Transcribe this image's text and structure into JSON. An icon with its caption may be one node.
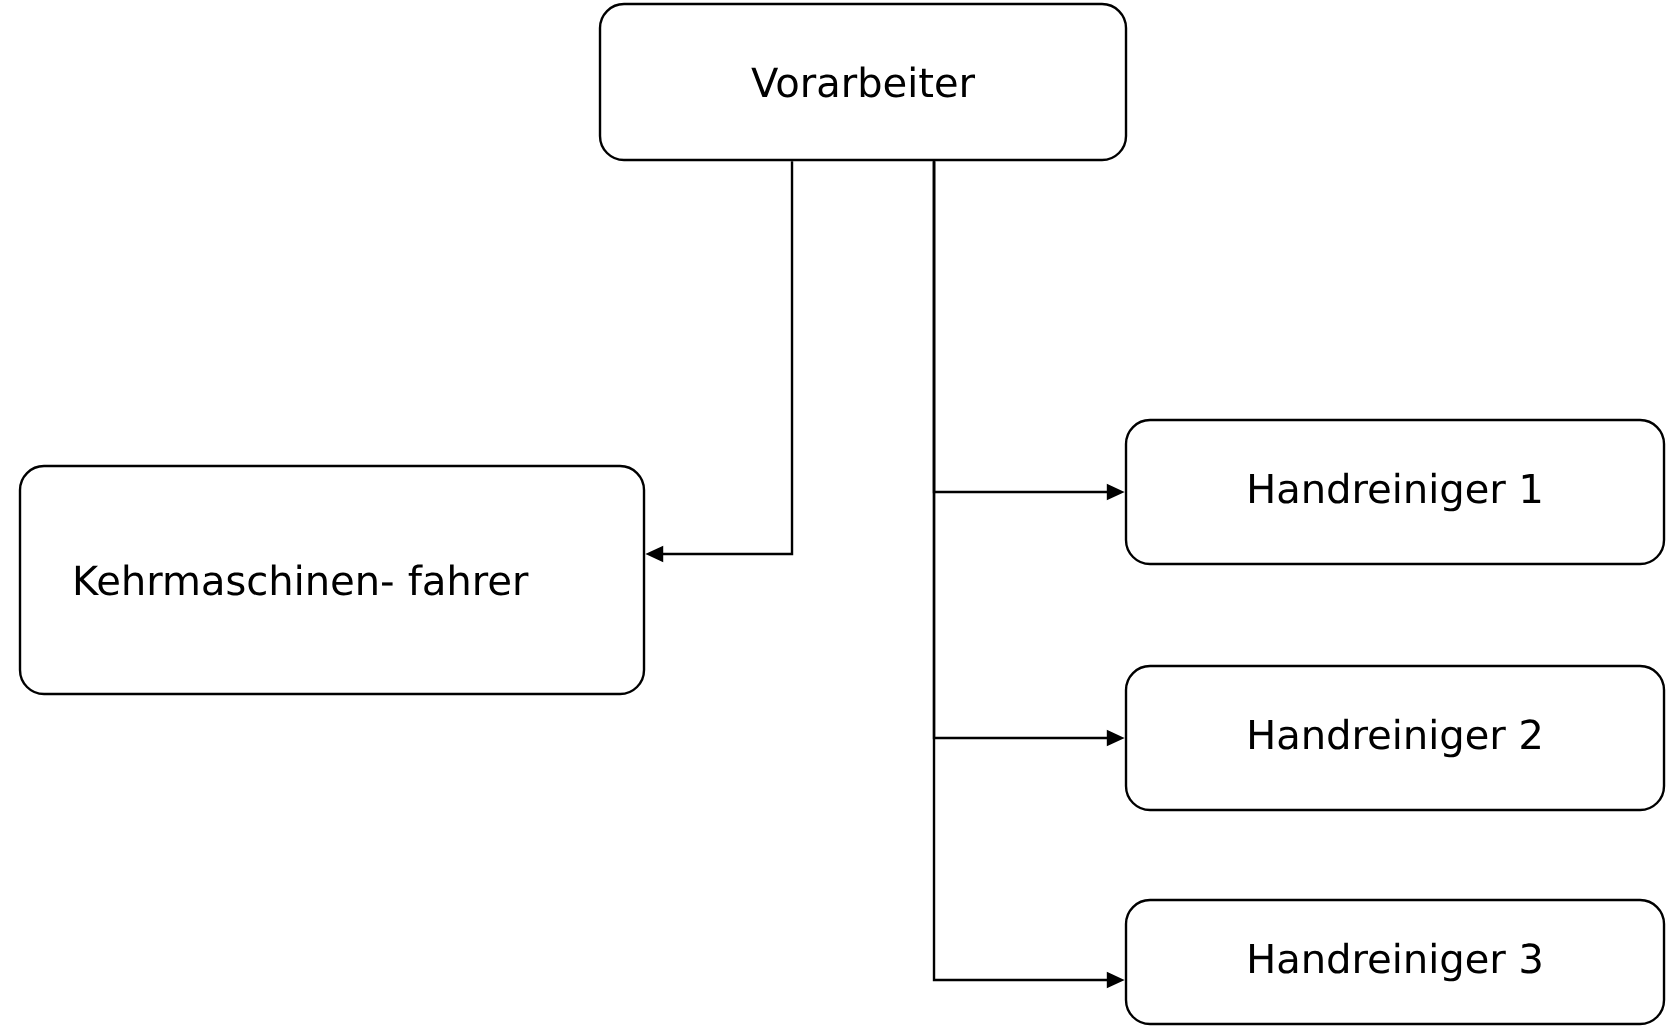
{
  "diagram": {
    "nodes": [
      {
        "text": [
          "Vorarbeiter"
        ]
      },
      {
        "text": [
          "Kehrmaschinen- fahrer"
        ]
      },
      {
        "text": [
          "Handreiniger 1"
        ]
      },
      {
        "text": [
          "Handreiniger 2"
        ]
      },
      {
        "text": [
          "Handreiniger 3"
        ]
      }
    ],
    "edges": [
      {
        "from": 0,
        "to": 1,
        "arrow": "to"
      },
      {
        "from": 0,
        "to": 2,
        "arrow": "to"
      },
      {
        "from": 0,
        "to": 3,
        "arrow": "to"
      },
      {
        "from": 0,
        "to": 4,
        "arrow": "to"
      }
    ]
  }
}
